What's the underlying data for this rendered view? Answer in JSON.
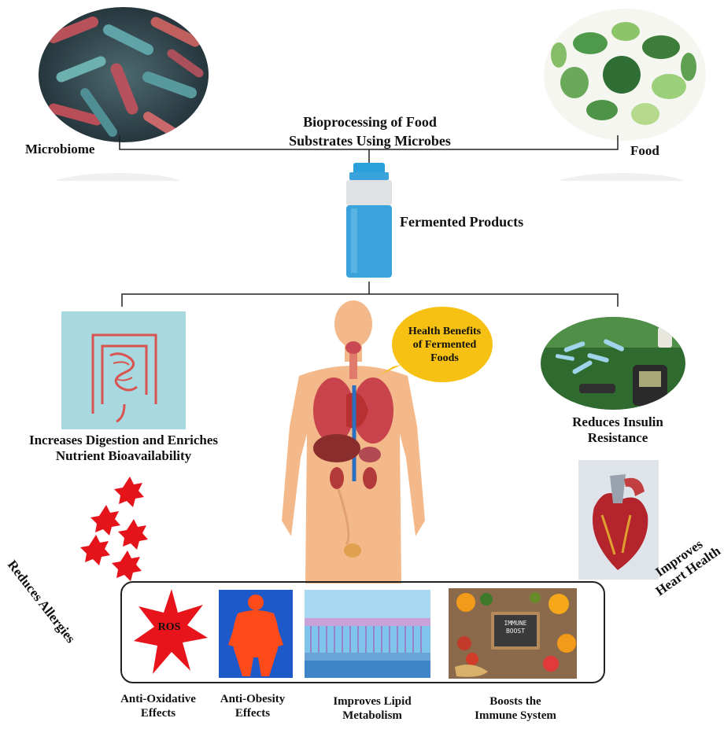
{
  "header": {
    "title_line1": "Bioprocessing of Food",
    "title_line2": "Substrates Using Microbes"
  },
  "inputs": {
    "microbiome_label": "Microbiome",
    "food_label": "Food"
  },
  "product": {
    "label": "Fermented Products"
  },
  "center": {
    "bubble_line1": "Health Benefits",
    "bubble_line2": "of Fermented",
    "bubble_line3": "Foods"
  },
  "benefits": {
    "digestion_line1": "Increases Digestion and Enriches",
    "digestion_line2": "Nutrient Bioavailability",
    "insulin_line1": "Reduces Insulin",
    "insulin_line2": "Resistance",
    "allergies": "Reduces Allergies",
    "heart_line1": "Improves",
    "heart_line2": "Heart Health",
    "ros": "ROS",
    "immune_sign_line1": "IMMUNE",
    "immune_sign_line2": "BOOST"
  },
  "bottom": {
    "antiox_line1": "Anti-Oxidative",
    "antiox_line2": "Effects",
    "antiob_line1": "Anti-Obesity",
    "antiob_line2": "Effects",
    "lipid_line1": "Improves Lipid",
    "lipid_line2": "Metabolism",
    "immune_line1": "Boosts the",
    "immune_line2": "Immune System"
  },
  "colors": {
    "allergy_star": "#e5141b",
    "bubble": "#f6c113",
    "bottle_liquid": "#3aa3dc",
    "intestine_bg": "#a8d8e0",
    "intestine_line": "#d9534f",
    "body_skin": "#f4b98a"
  }
}
